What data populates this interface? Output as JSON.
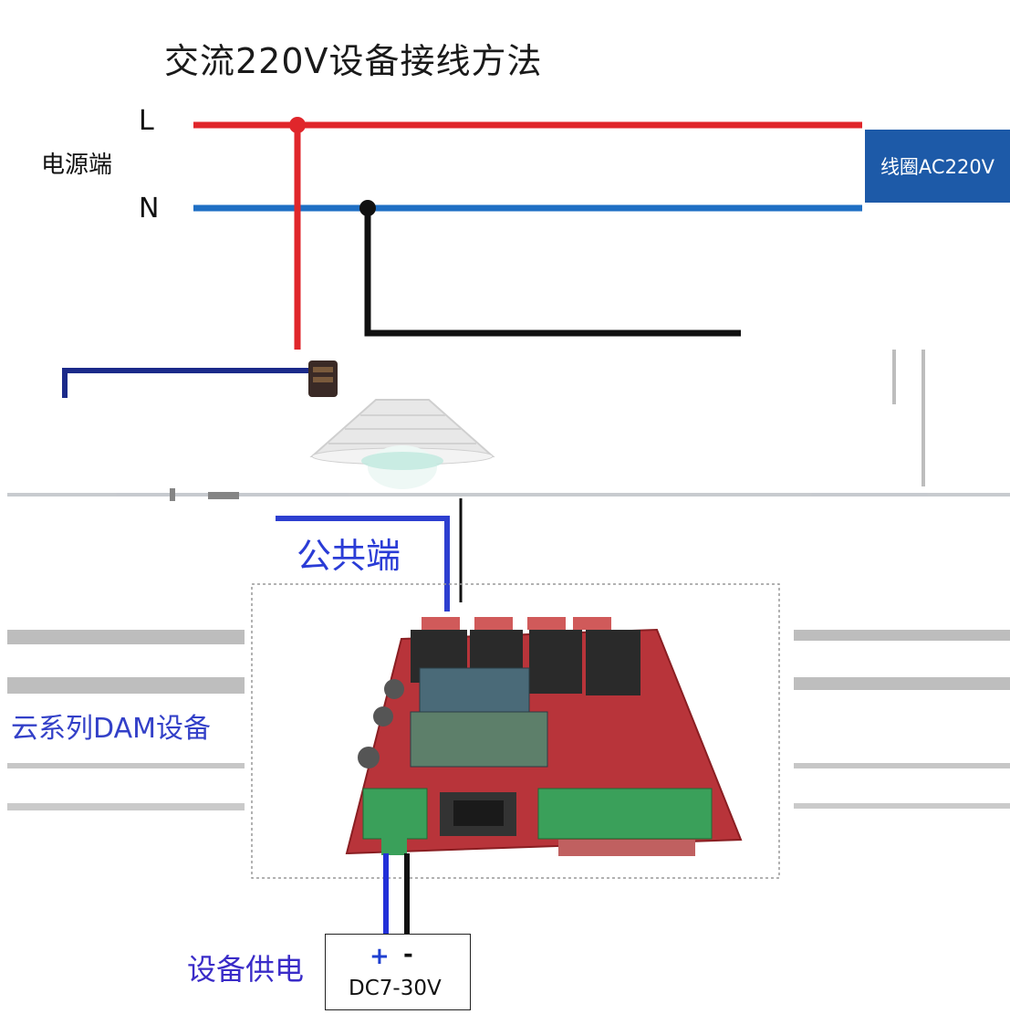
{
  "title": "交流220V设备接线方法",
  "line_L": "L",
  "line_N": "N",
  "power_label": "电源端",
  "coil_label": "线圈AC220V",
  "common_label": "公共端",
  "device_label": "云系列DAM设备",
  "supply_label": "设备供电",
  "psu": {
    "plus": "+",
    "minus": "-",
    "voltage": "DC7-30V"
  },
  "colors": {
    "live": "#e0262b",
    "neutral": "#1f6fc4",
    "wire_black": "#111111",
    "coil_bg": "#1d5aa8",
    "common_wire": "#2d3fd0",
    "pcb": "#b8343a"
  },
  "icons": [
    "light-bulb-icon",
    "relay-board-icon",
    "junction-dot-icon"
  ]
}
